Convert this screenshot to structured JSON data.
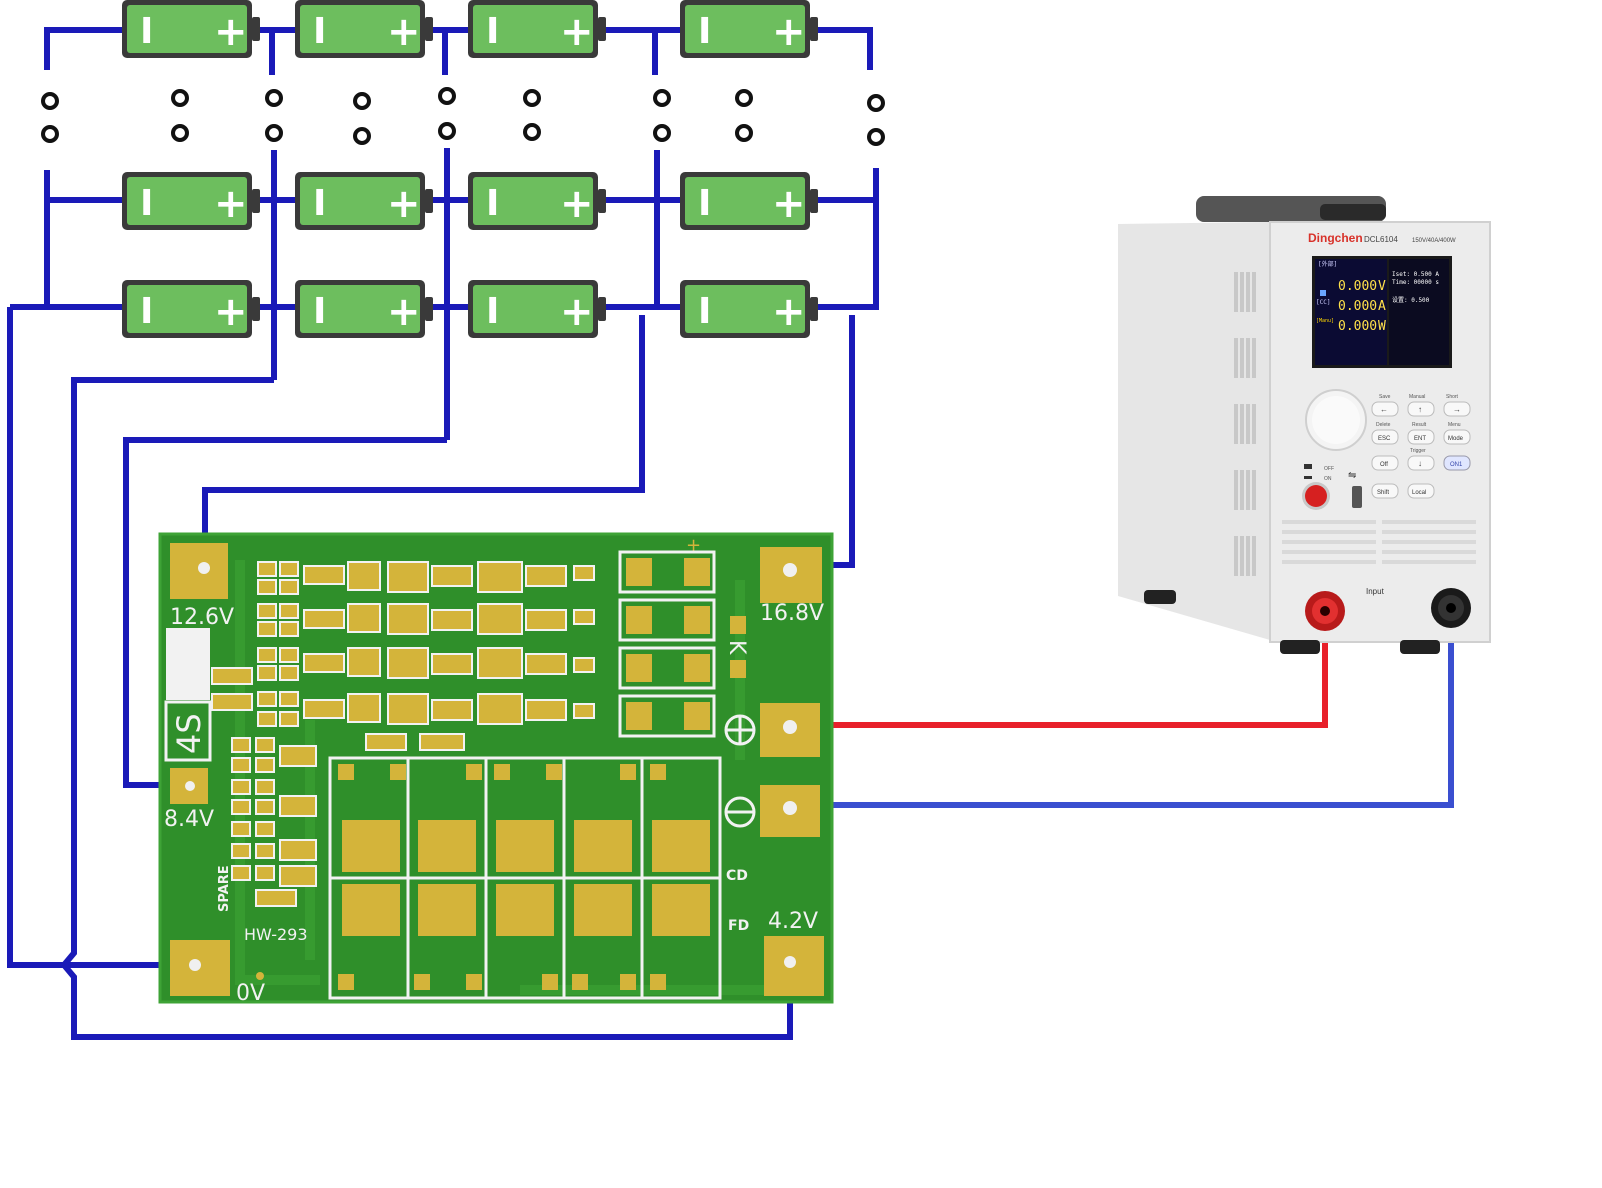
{
  "battery_sign": {
    "minus": "I",
    "plus": "+"
  },
  "board": {
    "labels": {
      "v12_6": "12.6V",
      "v16_8": "16.8V",
      "v8_4": "8.4V",
      "v0": "0V",
      "v4_2": "4.2V",
      "series": "4S",
      "model": "HW-293",
      "spare": "SPARE",
      "cd": "CD",
      "fd": "FD",
      "k": "K"
    },
    "colors": {
      "pcb": "#2f8f2a",
      "pad": "#d4b43a"
    }
  },
  "load": {
    "brand": "Dingchen",
    "model": "DCL6104",
    "rating": "150V/40A/400W",
    "screen": {
      "voltage": "0.000",
      "voltage_unit": "V",
      "current": "0.000",
      "current_unit": "A",
      "power": "0.000",
      "power_unit": "W",
      "mode_tag": "[CC]",
      "manual_tag": "[Manu]",
      "iset": "Iset: 0.500 A",
      "time": "Time: 00000 s",
      "setting": "设置: 0.500",
      "header": "[外部]"
    },
    "keys": {
      "save": "Save",
      "manual": "Manual",
      "short": "Short",
      "delete": "Delete",
      "result": "Result",
      "menu": "Menu",
      "esc": "ESC",
      "ent": "ENT",
      "mode": "Mode",
      "trigger": "Trigger",
      "off_key": "Off",
      "on1": "ON1",
      "shift": "Shift",
      "local": "Local",
      "switch_off": "OFF",
      "switch_on": "ON"
    },
    "input_label": "Input"
  },
  "wire_colors": {
    "blue": "#1a1ab8",
    "red": "#e8202a",
    "light_blue": "#3a4fd0"
  }
}
